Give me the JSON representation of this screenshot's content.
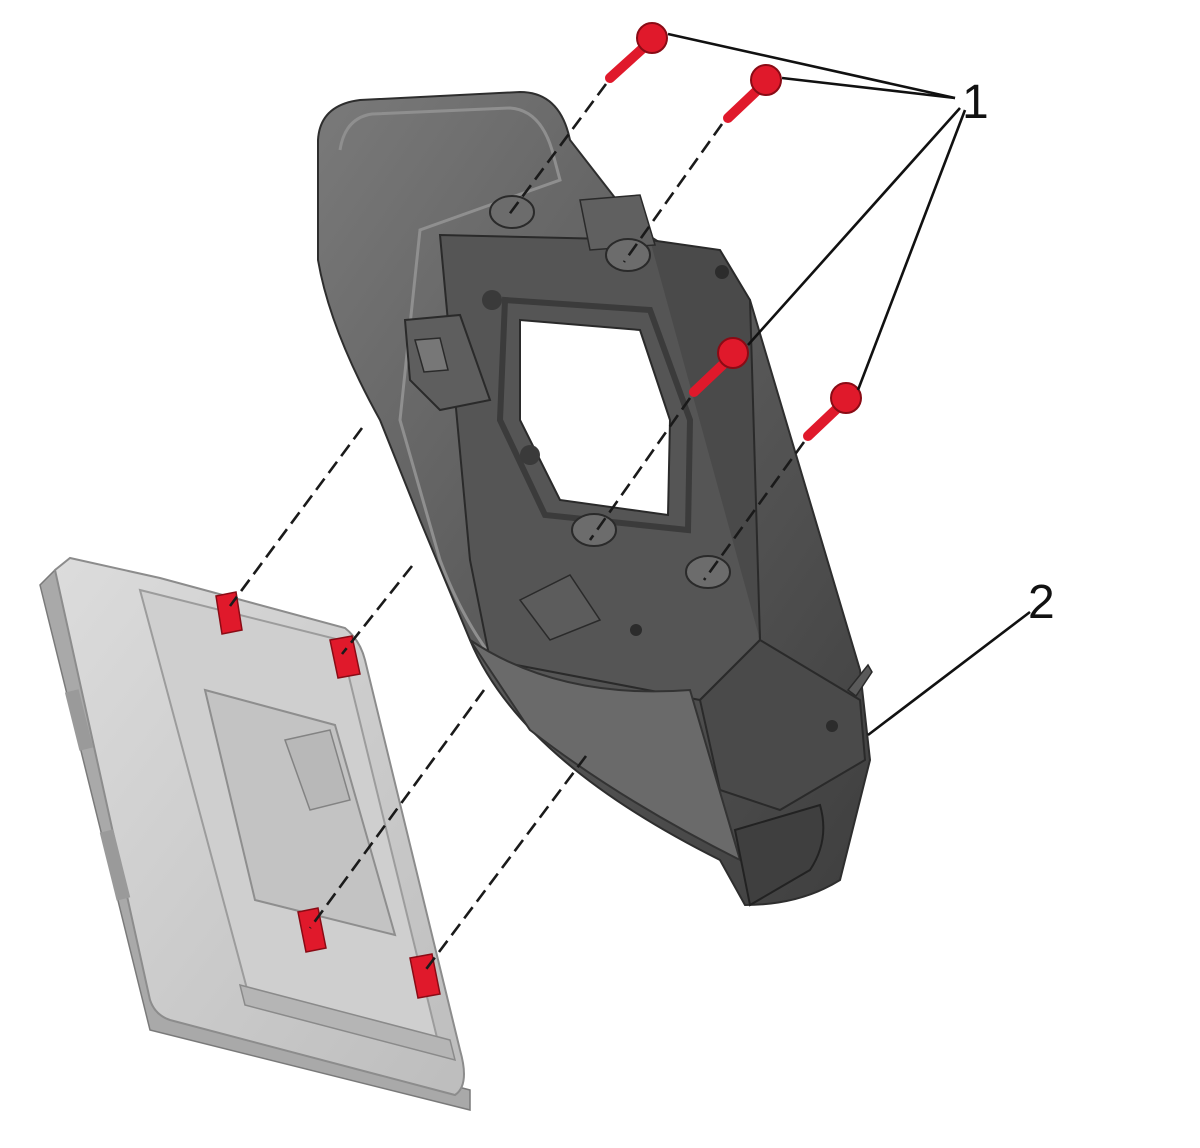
{
  "callouts": [
    {
      "number": "1",
      "part": "fastener-screw",
      "count": 4
    },
    {
      "number": "2",
      "part": "mounting-bracket"
    }
  ],
  "colors": {
    "background": "#ffffff",
    "bracket_dark": "#4a4a4a",
    "bracket_mid": "#6b6b6b",
    "bracket_light": "#8a8a8a",
    "module_face": "#d2d2d2",
    "module_edge": "#b4b4b4",
    "fastener_highlight": "#e0192b",
    "line": "#111111"
  }
}
